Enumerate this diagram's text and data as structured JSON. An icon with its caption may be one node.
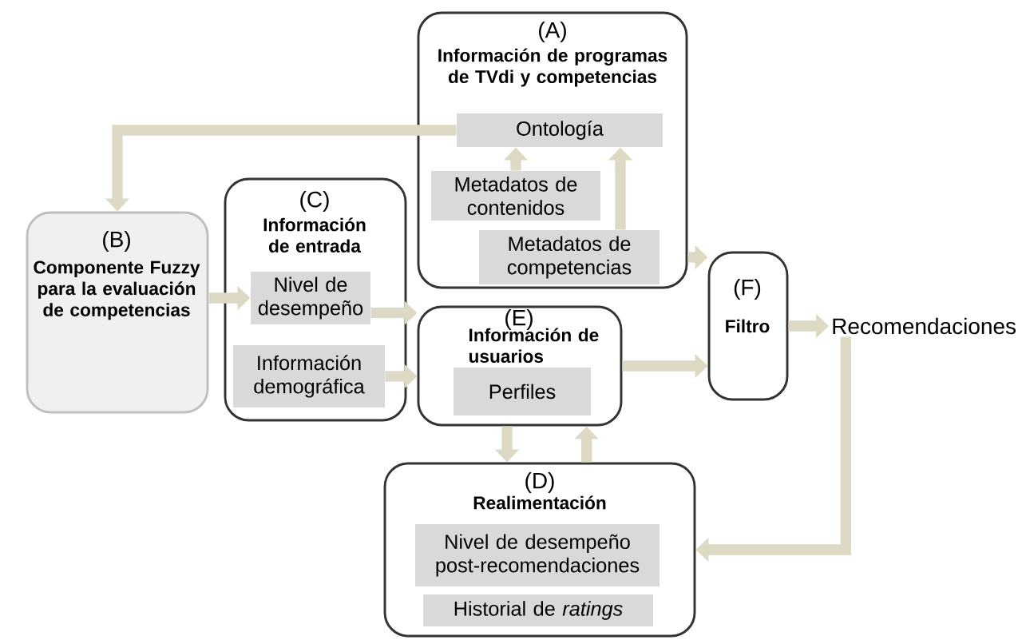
{
  "diagram": {
    "nodes": [
      {
        "text": [
          "(A)",
          "Información de programas de TVdi  y competencias"
        ]
      },
      {
        "text": [
          "Ontología"
        ],
        "in": 0
      },
      {
        "text": [
          "Metadatos de contenidos"
        ],
        "in": 0
      },
      {
        "text": [
          "Metadatos de competencias"
        ],
        "in": 0
      },
      {
        "text": [
          "(B)",
          "Componente Fuzzy para la evaluación de competencias"
        ]
      },
      {
        "text": [
          "(C)",
          "Información de entrada"
        ]
      },
      {
        "text": [
          "Nivel de desempeño"
        ],
        "in": 5
      },
      {
        "text": [
          "Información demográfica"
        ],
        "in": 5
      },
      {
        "text": [
          "(F)",
          "Filtro"
        ]
      },
      {
        "text": [
          "Recomendaciones"
        ]
      },
      {
        "text": [
          "(E)",
          "Información de usuarios"
        ]
      },
      {
        "text": [
          "Perfiles"
        ],
        "in": 10
      },
      {
        "text": [
          "(D)",
          "Realimentación"
        ]
      },
      {
        "text": [
          "Nivel de desempeño post-recomendaciones"
        ],
        "in": 12
      },
      {
        "text": [
          "Historial de *ratings*"
        ],
        "in": 12
      }
    ],
    "edges": [
      {
        "from": 1,
        "to": 4,
        "arrow": "to"
      },
      {
        "from": 2,
        "to": 1,
        "arrow": "to"
      },
      {
        "from": 3,
        "to": 1,
        "arrow": "to"
      },
      {
        "from": 4,
        "to": 6,
        "arrow": "to"
      },
      {
        "from": 6,
        "to": 10,
        "arrow": "to"
      },
      {
        "from": 7,
        "to": 10,
        "arrow": "to"
      },
      {
        "from": 0,
        "to": 8,
        "arrow": "to"
      },
      {
        "from": 10,
        "to": 8,
        "arrow": "to"
      },
      {
        "from": 8,
        "to": 9,
        "arrow": "to"
      },
      {
        "from": 9,
        "to": 12,
        "arrow": "to"
      },
      {
        "from": 10,
        "to": 12,
        "arrow": "to"
      },
      {
        "from": 12,
        "to": 10,
        "arrow": "to"
      }
    ]
  }
}
